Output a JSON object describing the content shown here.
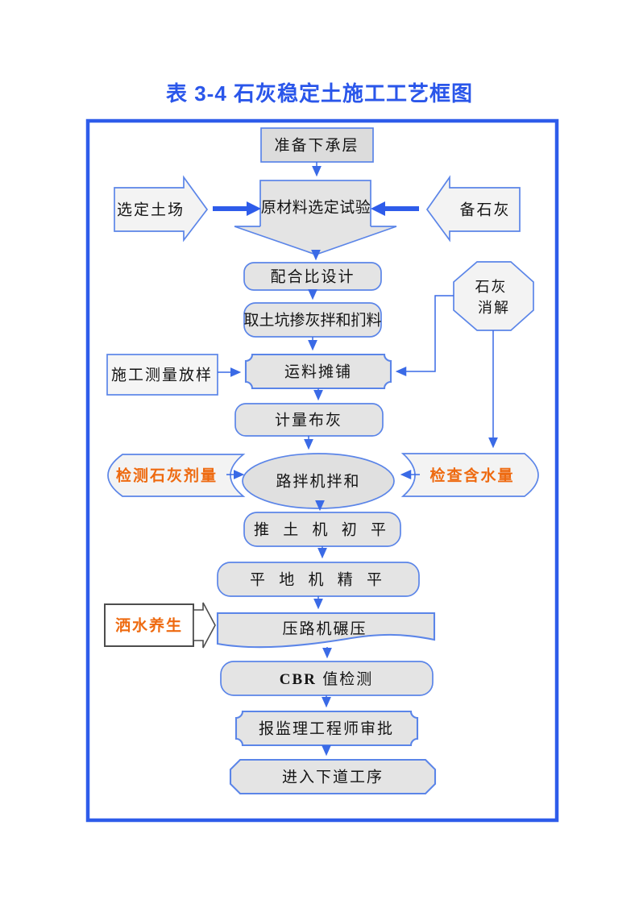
{
  "page": {
    "title": "表 3-4 石灰稳定土施工工艺框图"
  },
  "colors": {
    "title_blue": "#2a56ea",
    "outer_border_blue": "#2e5cea",
    "shape_stroke_blue": "#5b85e8",
    "connector_blue": "#3a6ae6",
    "orange_text": "#ee6a10",
    "process_fill_grey": "#e4e4e4",
    "side_fill_grey": "#f3f3f3",
    "dark_stroke": "#4d4d4d"
  },
  "nodes": {
    "prepare_subgrade": "准备下承层",
    "raw_material_test": "原材料选定试验",
    "select_soil_site": "选定土场",
    "prepare_lime": "备石灰",
    "mix_ratio_design": "配合比设计",
    "pit_lime_mixing": "取土坑掺灰拌和扪料",
    "survey_layout": "施工测量放样",
    "haul_spread": "运料摊铺",
    "lime_slaking_line1": "石灰",
    "lime_slaking_line2": "消解",
    "measure_spread_lime": "计量布灰",
    "road_mixer_mixing": "路拌机拌和",
    "check_lime_dosage": "检测石灰剂量",
    "check_water_content": "检查含水量",
    "bulldozer_rough_leveling": "推 土 机 初 平",
    "grader_fine_leveling": "平 地 机 精 平",
    "water_curing": "洒水养生",
    "roller_compaction": "压路机碾压",
    "cbr_test_en": "CBR",
    "cbr_test_zh": " 值检测",
    "report_supervisor_approval": "报监理工程师审批",
    "enter_next_process": "进入下道工序"
  }
}
